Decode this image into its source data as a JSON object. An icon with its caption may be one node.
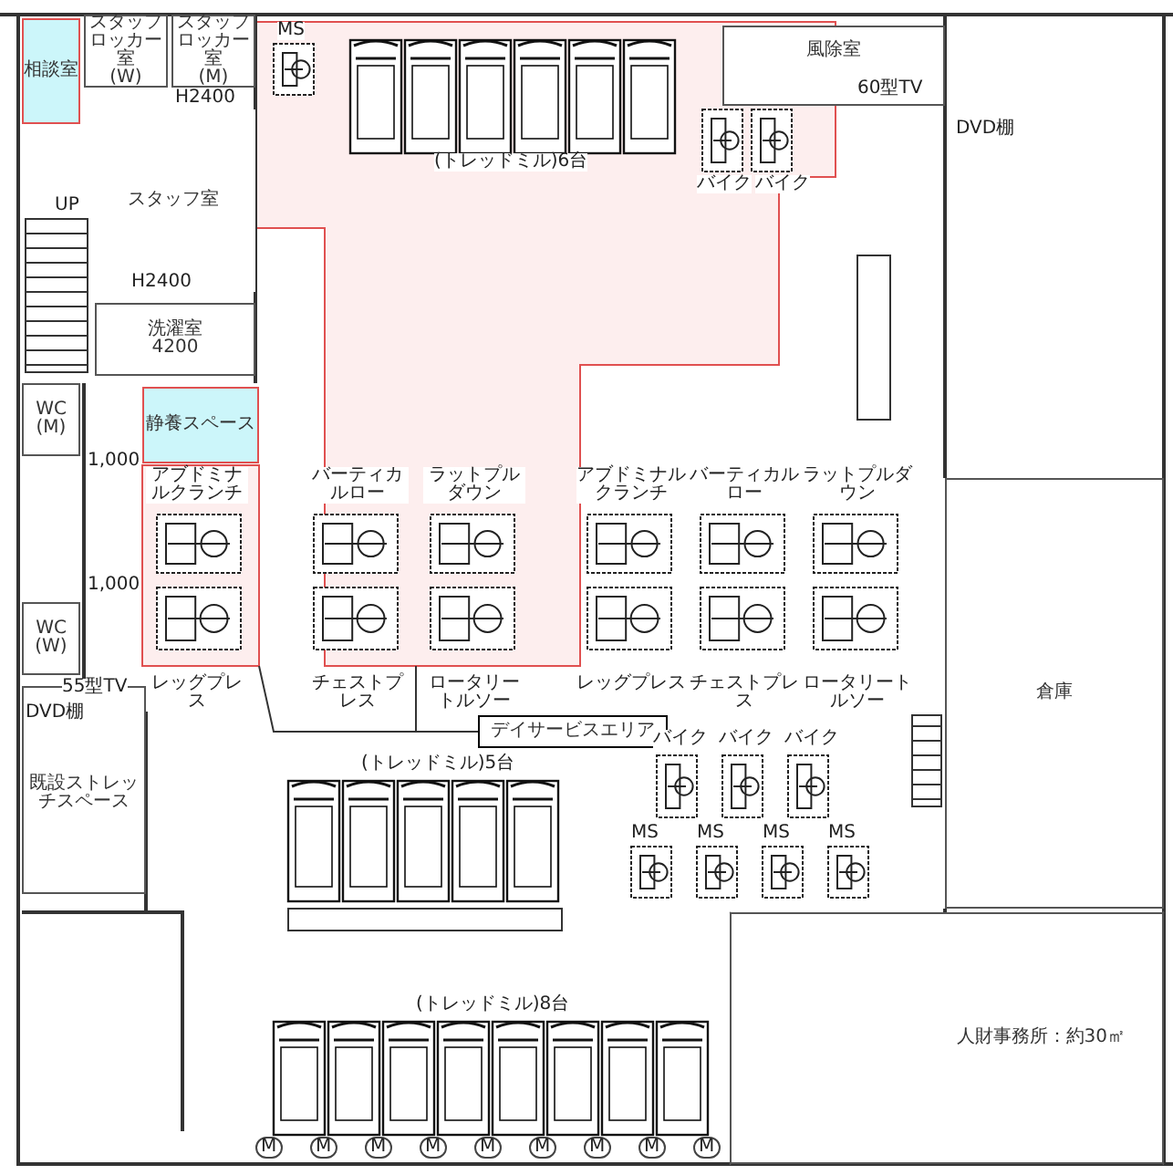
{
  "diagram": {
    "nodes": [
      {
        "text": [
          "相談室"
        ]
      },
      {
        "text": [
          "スタッフロッカー室",
          "(W)"
        ]
      },
      {
        "text": [
          "スタッフロッカー室",
          "(M)"
        ]
      },
      {
        "text": [
          "スタッフ室"
        ]
      },
      {
        "text": [
          "洗濯室",
          "4200"
        ]
      },
      {
        "text": [
          "静養スペース"
        ]
      },
      {
        "text": [
          "WC",
          "(M)"
        ]
      },
      {
        "text": [
          "WC",
          "(W)"
        ]
      },
      {
        "text": [
          "風除室"
        ]
      },
      {
        "text": [
          "倉庫"
        ]
      },
      {
        "text": [
          "人財事務所：約30㎡"
        ]
      },
      {
        "text": [
          "既設ストレッチスペース"
        ]
      },
      {
        "text": [
          "デイサービスエリア"
        ]
      },
      {
        "text": [],
        "shape": "box"
      },
      {
        "text": [],
        "shape": "box"
      }
    ],
    "edges": [
      {
        "from": 12,
        "to": 13,
        "arrow": "none"
      },
      {
        "from": 12,
        "to": 14,
        "arrow": "none"
      }
    ],
    "labels": [
      "MS",
      "H2400",
      "60型TV",
      "DVD棚",
      "(トレッドミル)6台",
      "バイク",
      "バイク",
      "UP",
      "H2400",
      "1,000",
      "アブドミナルクランチ",
      "バーティカルロー",
      "ラットプルダウン",
      "アブドミナルクランチ",
      "バーティカルロー",
      "ラットプルダウン",
      "1,000",
      "レッグプレス",
      "チェストプレス",
      "ロータリートルソー",
      "レッグプレス",
      "チェストプレス",
      "ロータリートルソー",
      "55型TV",
      "DVD棚",
      "バイク",
      "バイク",
      "バイク",
      "(トレッドミル)5台",
      "MS",
      "MS",
      "MS",
      "MS",
      "(トレッドミル)8台",
      "M",
      "M",
      "M",
      "M",
      "M",
      "M",
      "M",
      "M",
      "M"
    ]
  }
}
